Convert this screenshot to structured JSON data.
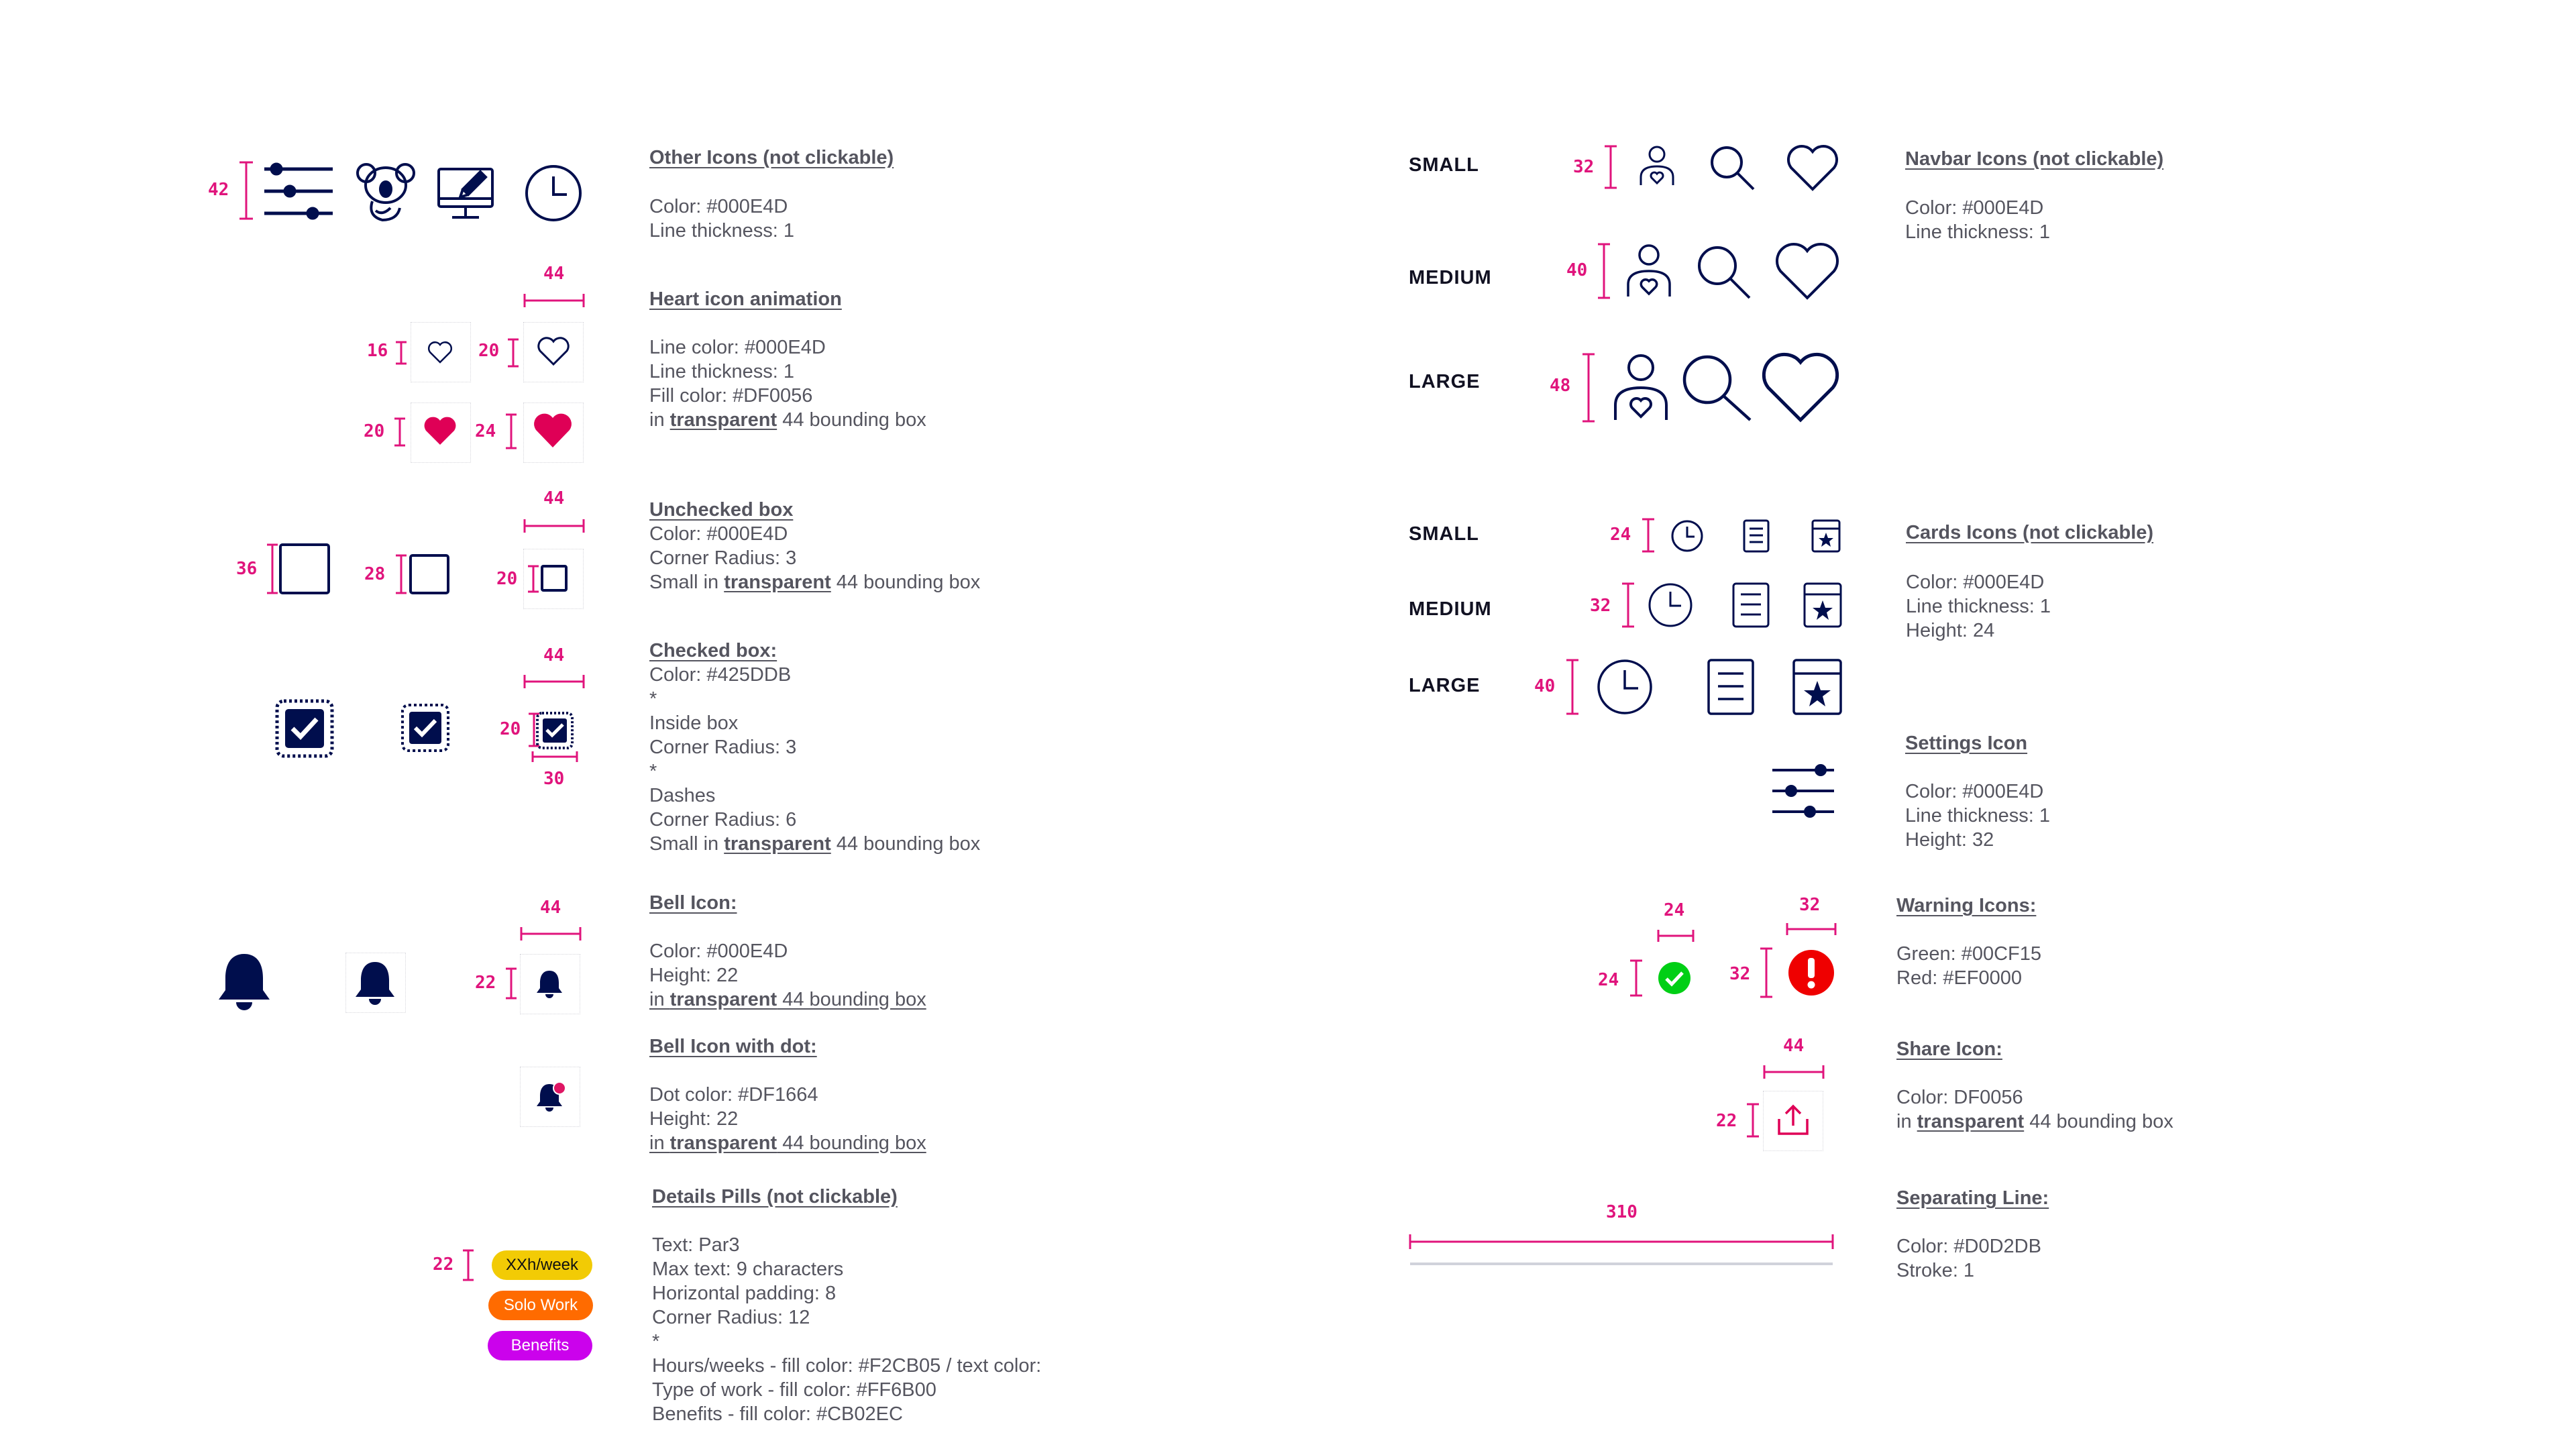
{
  "left": {
    "other_icons": {
      "title": "Other Icons (not clickable)",
      "lines": [
        "Color: #000E4D",
        "Line thickness: 1"
      ],
      "dim": "42"
    },
    "heart": {
      "title": "Heart icon animation",
      "lines": [
        "Line color: #000E4D",
        "Line thickness: 1",
        "Fill color: #DF0056"
      ],
      "box_prefix": "in ",
      "box_word": "transparent",
      "box_suffix": " 44 bounding box",
      "dims": [
        "44",
        "16",
        "20",
        "20",
        "24"
      ]
    },
    "unchecked": {
      "title": "Unchecked box",
      "lines": [
        "Color: #000E4D",
        "Corner Radius: 3"
      ],
      "box_prefix": "Small in ",
      "box_word": "transparent",
      "box_suffix": " 44 bounding box",
      "dims": [
        "44",
        "36",
        "28",
        "20"
      ]
    },
    "checked": {
      "title": "Checked box:",
      "lines": [
        "Color: #425DDB",
        "*",
        "Inside box",
        "Corner Radius: 3",
        "*",
        "Dashes",
        "Corner Radius: 6"
      ],
      "box_prefix": "Small in ",
      "box_word": "transparent",
      "box_suffix": " 44 bounding box",
      "dims": [
        "44",
        "20",
        "30"
      ]
    },
    "bell": {
      "title": "Bell Icon:",
      "lines": [
        "Color: #000E4D",
        "Height: 22"
      ],
      "box_prefix": "in ",
      "box_word": "transparent",
      "box_suffix": " 44 bounding box",
      "dims": [
        "44",
        "22"
      ]
    },
    "bell_dot": {
      "title": "Bell Icon with dot:",
      "lines": [
        "Dot color: #DF1664",
        "Height: 22"
      ],
      "box_prefix": "in ",
      "box_word": "transparent",
      "box_suffix": " 44 bounding box"
    },
    "pills": {
      "title": "Details Pills (not clickable)",
      "lines": [
        "Text: Par3",
        "Max text: 9 characters",
        "Horizontal padding: 8",
        "Corner Radius: 12",
        "*",
        "Hours/weeks - fill color: #F2CB05 / text color:",
        "Type of work - fill color: #FF6B00",
        "Benefits - fill color: #CB02EC"
      ],
      "dim": "22",
      "items": [
        {
          "label": "XXh/week",
          "fill": "#F2CB05",
          "text": "#111111"
        },
        {
          "label": "Solo Work",
          "fill": "#FF6B00",
          "text": "#ffffff"
        },
        {
          "label": "Benefits",
          "fill": "#CB02EC",
          "text": "#ffffff"
        }
      ]
    }
  },
  "right": {
    "navbar": {
      "title": "Navbar Icons (not clickable)",
      "lines": [
        "Color: #000E4D",
        "Line thickness: 1"
      ],
      "sizes": [
        {
          "label": "SMALL",
          "dim": "32"
        },
        {
          "label": "MEDIUM",
          "dim": "40"
        },
        {
          "label": "LARGE",
          "dim": "48"
        }
      ]
    },
    "cards": {
      "title": "Cards Icons (not clickable)",
      "lines": [
        "Color: #000E4D",
        "Line thickness: 1",
        "Height: 24"
      ],
      "sizes": [
        {
          "label": "SMALL",
          "dim": "24"
        },
        {
          "label": "MEDIUM",
          "dim": "32"
        },
        {
          "label": "LARGE",
          "dim": "40"
        }
      ]
    },
    "settings": {
      "title": "Settings Icon",
      "lines": [
        "Color: #000E4D",
        "Line thickness: 1",
        "Height: 32"
      ]
    },
    "warning": {
      "title": "Warning Icons:",
      "lines": [
        "Green: #00CF15",
        "Red: #EF0000"
      ],
      "dims": [
        "24",
        "24",
        "32",
        "32"
      ],
      "colors": {
        "green": "#00CF15",
        "red": "#EF0000"
      }
    },
    "share": {
      "title": "Share Icon:",
      "lines": [
        "Color: DF0056"
      ],
      "box_prefix": "in ",
      "box_word": "transparent",
      "box_suffix": " 44 bounding box",
      "dims": [
        "44",
        "22"
      ]
    },
    "separator": {
      "title": "Separating Line:",
      "lines": [
        "Color: #D0D2DB",
        "Stroke: 1"
      ],
      "dim": "310"
    }
  },
  "colors": {
    "navy": "#000E4D",
    "heart": "#DF0056",
    "dim": "#E0147C",
    "separator": "#D0D2DB"
  }
}
